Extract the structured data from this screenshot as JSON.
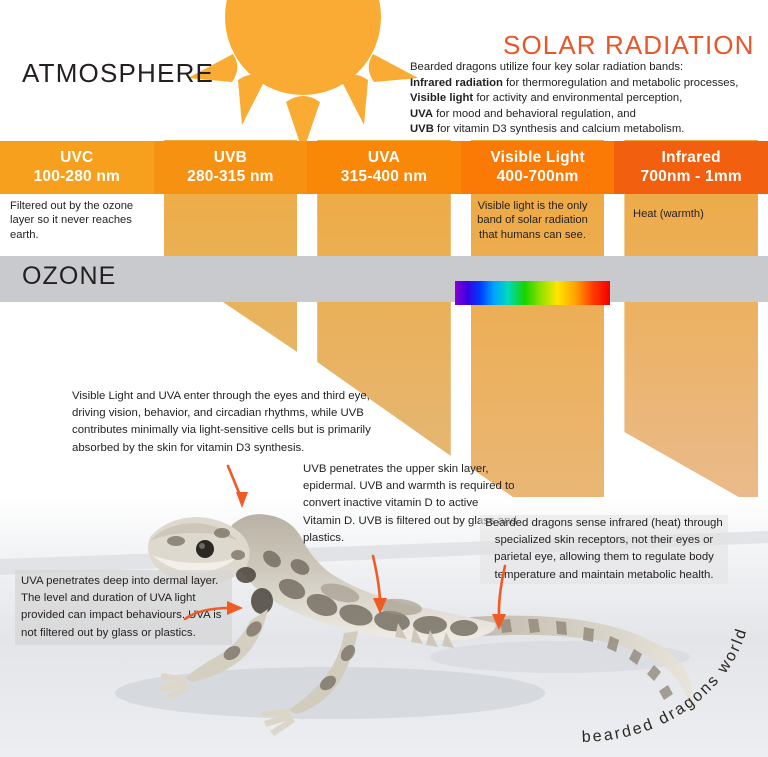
{
  "title_top": "ATMOSPHERE",
  "ozone_label": "OZONE",
  "header": {
    "solar_title": "SOLAR RADIATION",
    "intro_line1": "Bearded dragons utilize four key solar radiation bands:",
    "intro_b1": "Infrared radiation",
    "intro_t1": " for thermoregulation and metabolic processes,",
    "intro_b2": "Visible light",
    "intro_t2": " for activity and environmental perception,",
    "intro_b3": "UVA",
    "intro_t3": " for mood and behavioral regulation, and",
    "intro_b4": "UVB",
    "intro_t4": " for vitamin D3 synthesis and calcium metabolism."
  },
  "bands": [
    {
      "name": "UVC",
      "range": "100-280 nm",
      "color": "#f7a01e",
      "beam_color_top": "#f0a42a",
      "beam_color_bottom": "#f0a42a",
      "beam_height": 0,
      "beam_cut": 0
    },
    {
      "name": "UVB",
      "range": "280-315 nm",
      "color": "#f79112",
      "beam_color_top": "#eea32f",
      "beam_color_bottom": "#e5ae57",
      "beam_height": 212,
      "beam_cut": 122
    },
    {
      "name": "UVA",
      "range": "315-400 nm",
      "color": "#f98708",
      "beam_color_top": "#eda22d",
      "beam_color_bottom": "#e3b066",
      "beam_height": 316,
      "beam_cut": 222
    },
    {
      "name": "Visible Light",
      "range": "400-700nm",
      "color": "#fb7a05",
      "beam_color_top": "#eda02b",
      "beam_color_bottom": "#e7b374",
      "beam_height": 420,
      "beam_cut": 328
    },
    {
      "name": "Infrared",
      "range": "700nm - 1mm",
      "color": "#f2600f",
      "beam_color_top": "#eca12d",
      "beam_color_bottom": "#e8b583",
      "beam_height": 368,
      "beam_cut": 292
    }
  ],
  "band_captions": {
    "uvc": "Filtered out by the ozone layer so it never reaches earth.",
    "visible": "Visible light is the only band of solar radiation that humans can see.",
    "infrared": "Heat (warmth)"
  },
  "notes": {
    "eyes": "Visible Light and UVA enter through the eyes and third eye, driving vision, behavior, and circadian rhythms, while UVB contributes minimally via light-sensitive cells but is primarily absorbed by the skin for vitamin D3 synthesis.",
    "uvb": "UVB penetrates the upper skin layer, epidermal. UVB and warmth is required to convert inactive vitamin D to active Vitamin D. UVB is filtered out by glass and plastics.",
    "infrared": "Bearded dragons sense infrared (heat) through specialized skin receptors, not their eyes or parietal eye, allowing them to regulate body temperature and maintain metabolic health.",
    "uva": "UVA penetrates deep into dermal layer. The level and duration of UVA light provided can impact behaviours. UVA is not filtered out by glass or plastics."
  },
  "watermark": "bearded dragons world",
  "colors": {
    "accent_orange": "#e8562a",
    "arrow_orange": "#f15a22",
    "ozone_gray": "#c8cace",
    "sun_orange": "#f9ab33",
    "text_dark": "#231f20"
  },
  "spectrum": {
    "label": "visible-spectrum-gradient",
    "stops": [
      "#8a00d4",
      "#3b00e0",
      "#0038ff",
      "#00a2ff",
      "#00d9c0",
      "#16d400",
      "#8fe000",
      "#ffe600",
      "#ffa000",
      "#ff3a00",
      "#f00000"
    ]
  }
}
